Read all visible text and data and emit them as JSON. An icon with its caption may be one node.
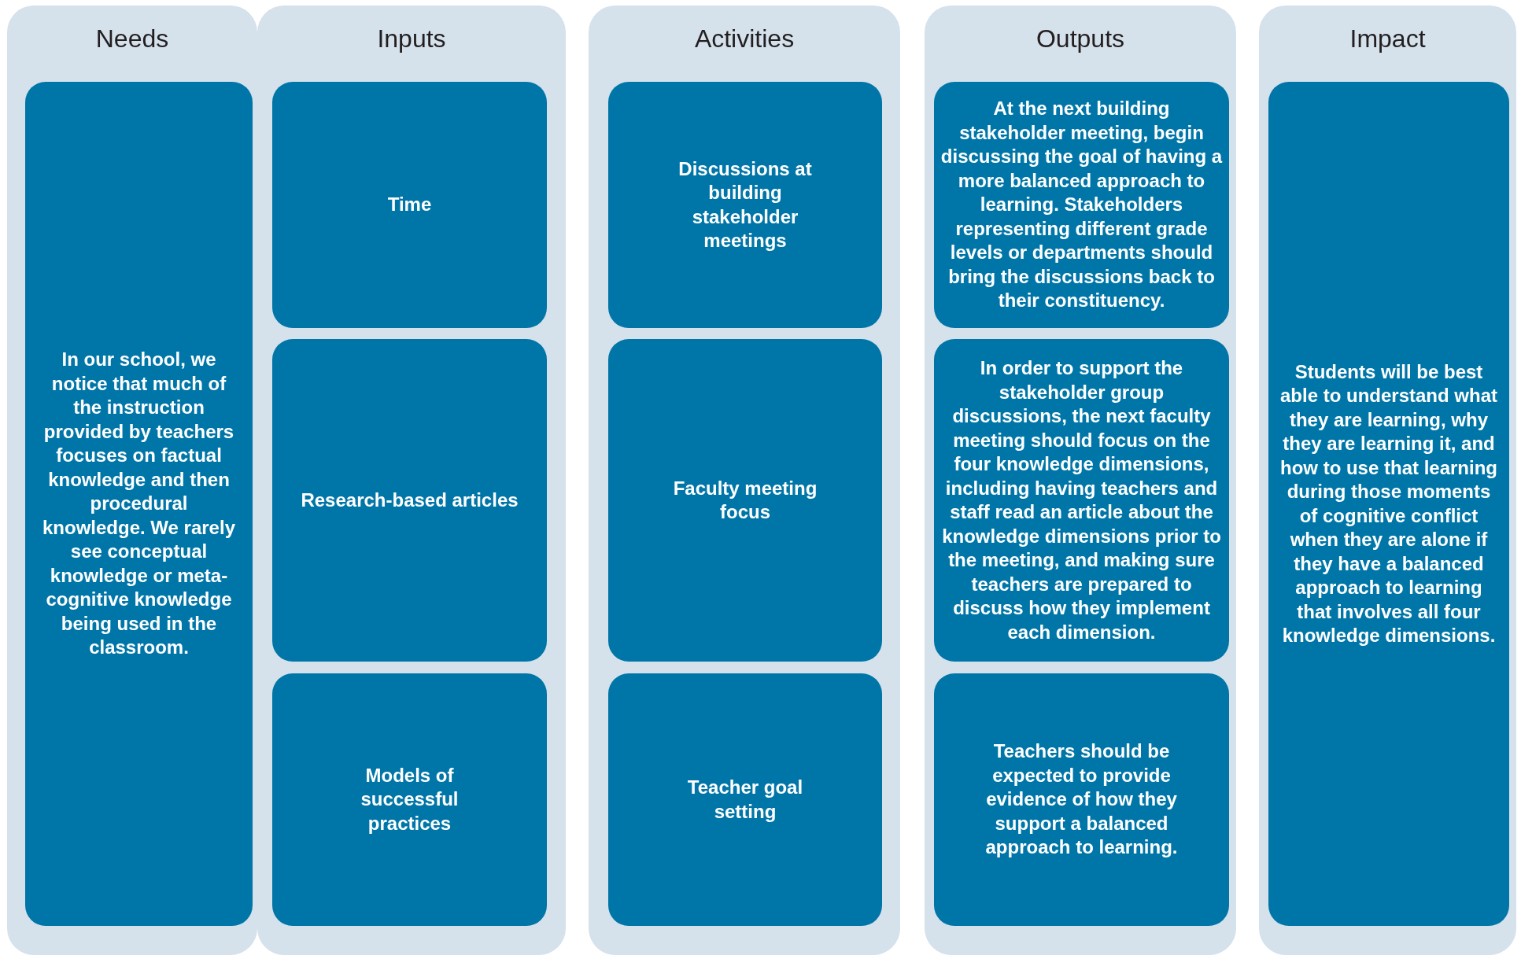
{
  "diagram": {
    "nodes": [
      {
        "text": [
          "Needs"
        ]
      },
      {
        "text": [
          "In our school, we notice that much of the instruction provided by teachers focuses on factual knowledge and then procedural knowledge. We rarely see conceptual knowledge or meta-cognitive knowledge being used in the classroom."
        ],
        "in": 0
      },
      {
        "text": [
          "Inputs"
        ]
      },
      {
        "text": [
          "Time"
        ],
        "in": 2
      },
      {
        "text": [
          "Research-based articles"
        ],
        "in": 2
      },
      {
        "text": [
          "Models of successful practices"
        ],
        "in": 2
      },
      {
        "text": [
          "Activities"
        ]
      },
      {
        "text": [
          "Discussions at building stakeholder meetings"
        ],
        "in": 6
      },
      {
        "text": [
          "Faculty meeting focus"
        ],
        "in": 6
      },
      {
        "text": [
          "Teacher goal setting"
        ],
        "in": 6
      },
      {
        "text": [
          "Outputs"
        ]
      },
      {
        "text": [
          "At the next building stakeholder meeting, begin discussing the goal of having a more balanced approach to learning. Stakeholders representing different grade levels or departments should bring the discussions back to their constituency."
        ],
        "in": 10
      },
      {
        "text": [
          "In order to support the stakeholder group discussions, the next faculty meeting should focus on the four knowledge dimensions, including having teachers and staff read an article about the knowledge dimensions prior to the meeting, and making sure teachers are prepared to discuss how they implement each dimension."
        ],
        "in": 10
      },
      {
        "text": [
          "Teachers should be expected to provide evidence of how they support a balanced approach to learning."
        ],
        "in": 10
      },
      {
        "text": [
          "Impact"
        ]
      },
      {
        "text": [
          "Students will be best able to understand what they are learning, why they are learning it, and how to use that learning during those moments of cognitive conflict when they are alone if they have a balanced approach to learning that involves all four knowledge dimensions."
        ],
        "in": 14
      }
    ]
  }
}
